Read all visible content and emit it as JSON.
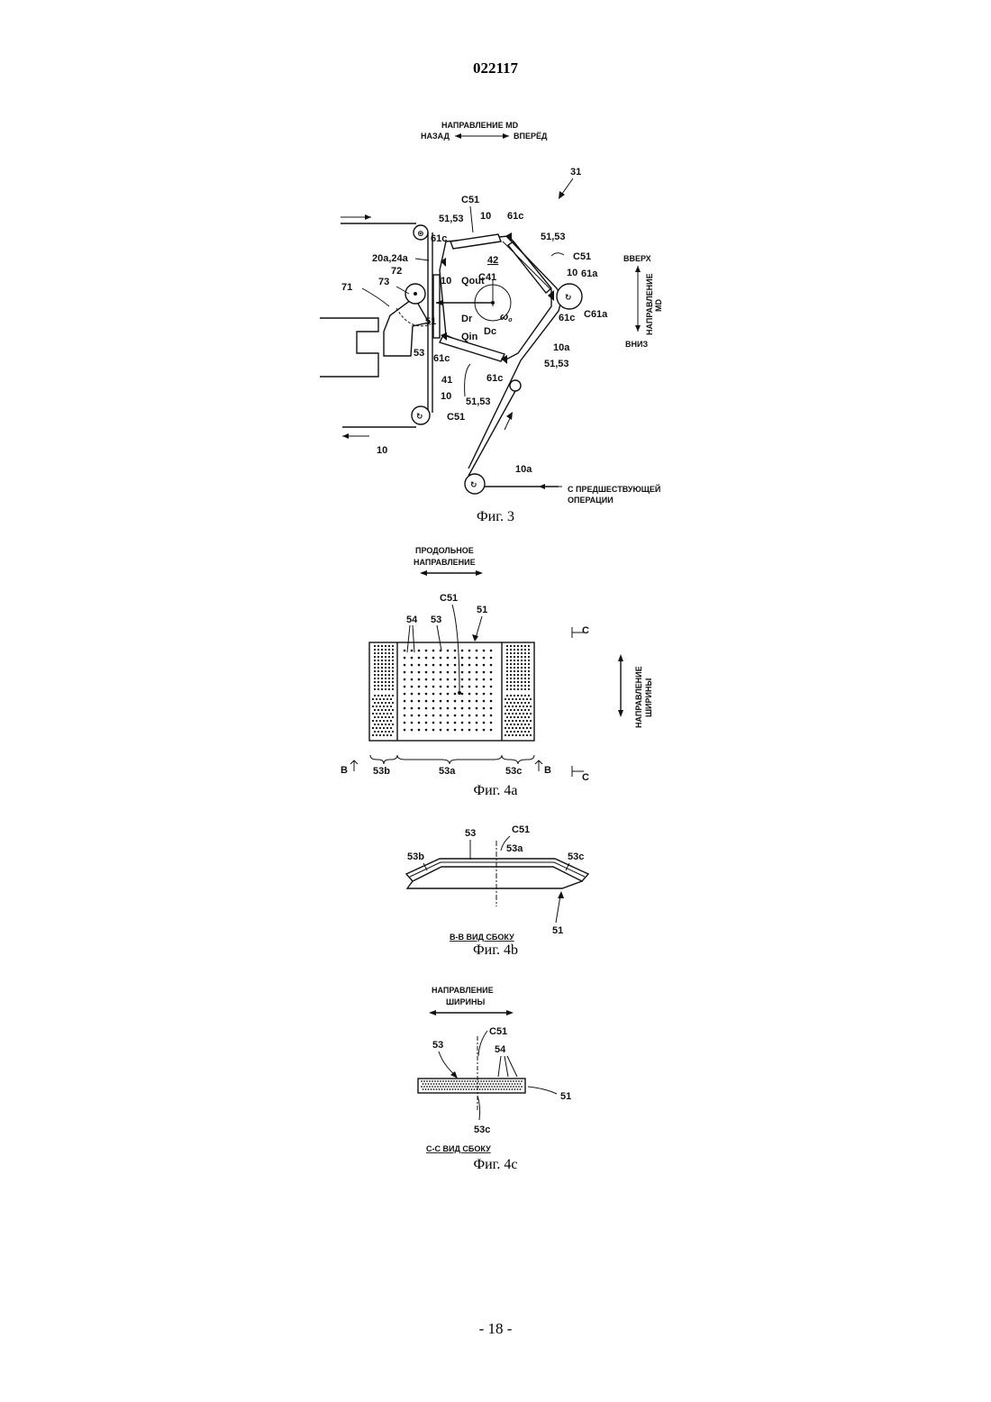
{
  "header": {
    "doc_number": "022117"
  },
  "footer": {
    "page_number": "- 18 -"
  },
  "fig3": {
    "caption": "Фиг. 3",
    "md_direction": "НАПРАВЛЕНИЕ MD",
    "back": "НАЗАД",
    "forward": "ВПЕРЁД",
    "up": "ВВЕРХ",
    "down": "ВНИЗ",
    "md_vertical_1": "НАПРАВЛЕНИЕ",
    "md_vertical_2": "MD",
    "from_prev_1": "С ПРЕДШЕСТВУЮЩЕЙ",
    "from_prev_2": "ОПЕРАЦИИ",
    "labels": {
      "n31": "31",
      "c51_top": "C51",
      "n5153_tl": "51,53",
      "n10_top": "10",
      "n61c_top": "61c",
      "n5153_tr": "51,53",
      "c51_right": "C51",
      "n42": "42",
      "n61c_left": "61c",
      "n20a24a": "20a,24a",
      "n10_left": "10",
      "qout": "Qout",
      "c41": "C41",
      "n10_right": "10",
      "n61a": "61a",
      "c61a": "C61a",
      "n72": "72",
      "n73": "73",
      "n71": "71",
      "dr": "Dr",
      "omega": "ω",
      "omega_sub": "o",
      "dc": "Dc",
      "n51": "51",
      "n61c_r": "61c",
      "n10a_mid": "10a",
      "qin": "Qin",
      "n53": "53",
      "n61c_bl": "61c",
      "n5153_br": "51,53",
      "n61c_bm": "61c",
      "n41": "41",
      "n5153_bm": "51,53",
      "n10_bl": "10",
      "c51_bottom": "C51",
      "n10_bottom": "10",
      "n10a_bottom": "10a"
    }
  },
  "fig4a": {
    "caption": "Фиг. 4a",
    "longitudinal_1": "ПРОДОЛЬНОЕ",
    "longitudinal_2": "НАПРАВЛЕНИЕ",
    "width_dir_1": "НАПРАВЛЕНИЕ",
    "width_dir_2": "ШИРИНЫ",
    "labels": {
      "c51": "C51",
      "n54": "54",
      "n53": "53",
      "n51": "51",
      "c_top": "C",
      "c_bottom": "C",
      "b_left": "B",
      "b_right": "B",
      "n53b": "53b",
      "n53a": "53a",
      "n53c": "53c"
    }
  },
  "fig4b": {
    "caption": "Фиг. 4b",
    "view": "B-B  ВИД СБОКУ",
    "labels": {
      "n53": "53",
      "c51": "C51",
      "n53a": "53a",
      "n53b": "53b",
      "n53c": "53c",
      "n51": "51"
    }
  },
  "fig4c": {
    "caption": "Фиг. 4c",
    "view": "C-C  ВИД СБОКУ",
    "width_dir_1": "НАПРАВЛЕНИЕ",
    "width_dir_2": "ШИРИНЫ",
    "labels": {
      "c51": "C51",
      "n53": "53",
      "n54": "54",
      "n51": "51",
      "n53c": "53c"
    }
  }
}
